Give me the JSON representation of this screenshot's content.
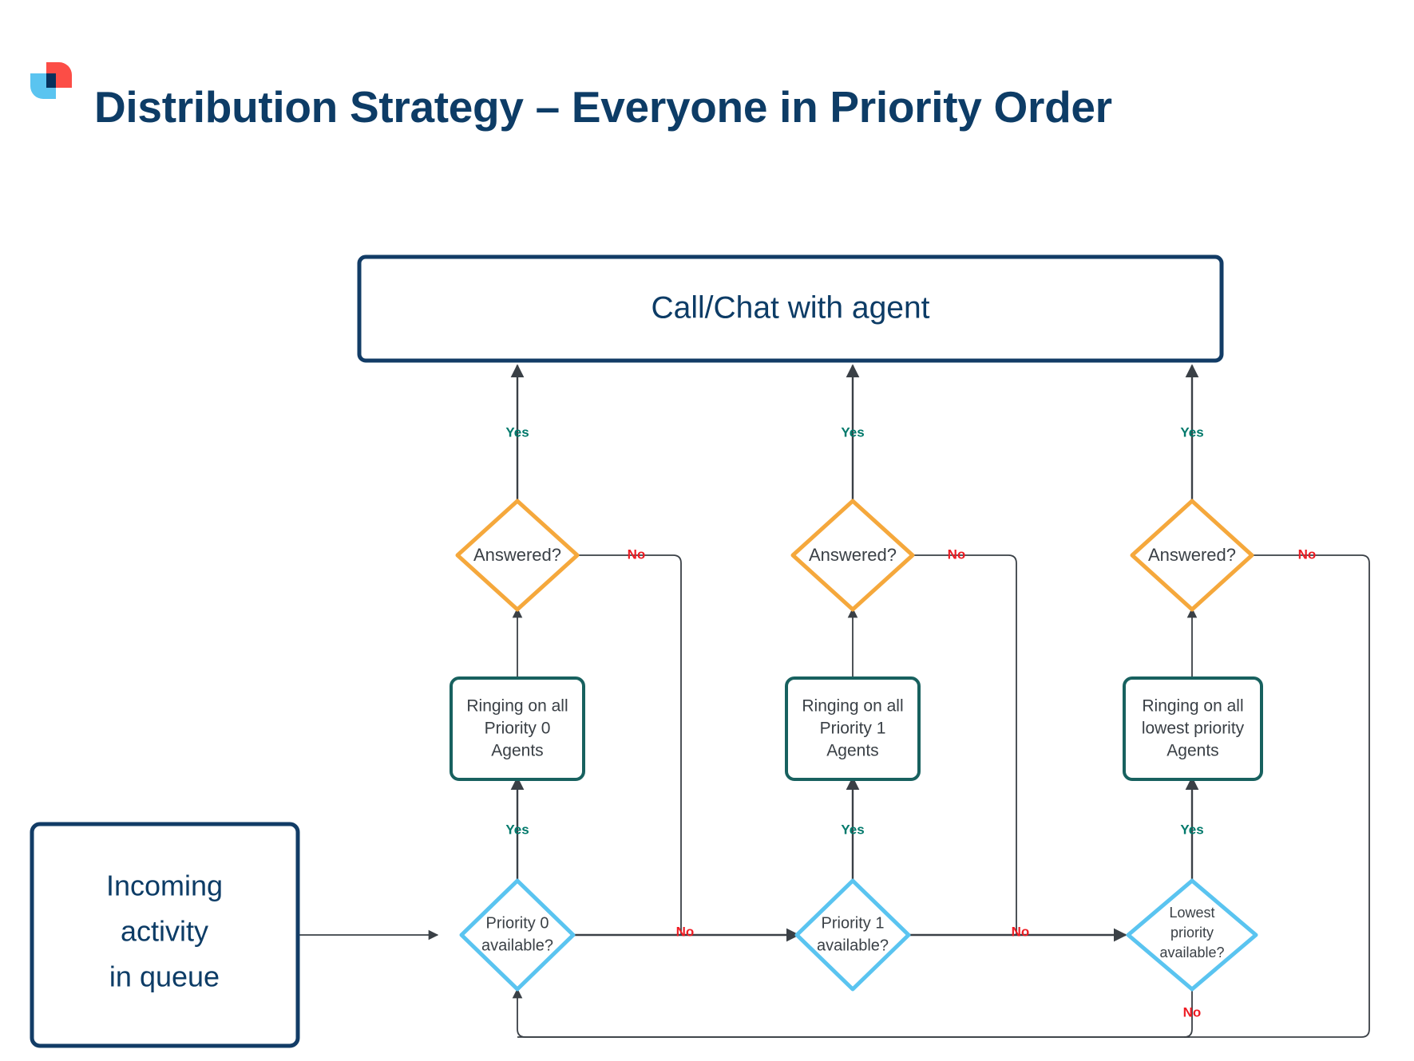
{
  "header": {
    "title": "Distribution Strategy – Everyone in Priority Order",
    "logo_name": "brand-logo"
  },
  "colors": {
    "title_navy": "#0d3c66",
    "box_navy_border": "#123c66",
    "diamond_orange": "#f5a83c",
    "diamond_blue": "#5ac4f0",
    "box_teal_border": "#18615f",
    "label_yes_green": "#00796b",
    "label_no_red": "#ee1d24",
    "connector_gray": "#3a4046",
    "logo_red": "#fc4d46",
    "logo_blue": "#5ac4f0",
    "logo_navy": "#06315c"
  },
  "chart_data": {
    "type": "diagram",
    "title": "Distribution Strategy – Everyone in Priority Order",
    "nodes": [
      {
        "id": "start",
        "label": "Incoming\nactivity\nin queue",
        "shape": "rounded-rect",
        "style": "navy"
      },
      {
        "id": "end",
        "label": "Call/Chat with agent",
        "shape": "rounded-rect",
        "style": "navy"
      },
      {
        "id": "p0avail",
        "label": "Priority 0\navailable?",
        "shape": "diamond",
        "style": "blue"
      },
      {
        "id": "p1avail",
        "label": "Priority 1\navailable?",
        "shape": "diamond",
        "style": "blue"
      },
      {
        "id": "plowavail",
        "label": "Lowest\npriority\navailable?",
        "shape": "diamond",
        "style": "blue"
      },
      {
        "id": "ring0",
        "label": "Ringing on all\nPriority 0\nAgents",
        "shape": "rounded-rect",
        "style": "teal"
      },
      {
        "id": "ring1",
        "label": "Ringing on all\nPriority 1\nAgents",
        "shape": "rounded-rect",
        "style": "teal"
      },
      {
        "id": "ringlow",
        "label": "Ringing on all\nlowest priority\nAgents",
        "shape": "rounded-rect",
        "style": "teal"
      },
      {
        "id": "ans0",
        "label": "Answered?",
        "shape": "diamond",
        "style": "orange"
      },
      {
        "id": "ans1",
        "label": "Answered?",
        "shape": "diamond",
        "style": "orange"
      },
      {
        "id": "anslow",
        "label": "Answered?",
        "shape": "diamond",
        "style": "orange"
      }
    ],
    "edges": [
      {
        "from": "start",
        "to": "p0avail",
        "label": ""
      },
      {
        "from": "p0avail",
        "to": "ring0",
        "label": "Yes"
      },
      {
        "from": "p0avail",
        "to": "p1avail",
        "label": "No"
      },
      {
        "from": "ring0",
        "to": "ans0",
        "label": ""
      },
      {
        "from": "ans0",
        "to": "end",
        "label": "Yes"
      },
      {
        "from": "ans0",
        "to": "p1avail",
        "label": "No"
      },
      {
        "from": "p1avail",
        "to": "ring1",
        "label": "Yes"
      },
      {
        "from": "p1avail",
        "to": "plowavail",
        "label": "No"
      },
      {
        "from": "ring1",
        "to": "anslow",
        "label": ""
      },
      {
        "from": "ans1",
        "to": "end",
        "label": "Yes"
      },
      {
        "from": "ans1",
        "to": "plowavail",
        "label": "No"
      },
      {
        "from": "plowavail",
        "to": "ringlow",
        "label": "Yes"
      },
      {
        "from": "plowavail",
        "to": "p0avail",
        "label": "No"
      },
      {
        "from": "ringlow",
        "to": "anslow",
        "label": ""
      },
      {
        "from": "anslow",
        "to": "end",
        "label": "Yes"
      },
      {
        "from": "anslow",
        "to": "p0avail",
        "label": "No"
      }
    ]
  },
  "nodes": {
    "start": {
      "line1": "Incoming",
      "line2": "activity",
      "line3": "in queue"
    },
    "end": {
      "label": "Call/Chat with agent"
    },
    "col1": {
      "avail": {
        "line1": "Priority 0",
        "line2": "available?"
      },
      "ringing": {
        "line1": "Ringing on all",
        "line2": "Priority 0",
        "line3": "Agents"
      },
      "answered": {
        "label": "Answered?"
      },
      "yes_to_ringing": "Yes",
      "yes_to_end": "Yes",
      "no_from_avail": "No",
      "no_from_answered": "No"
    },
    "col2": {
      "avail": {
        "line1": "Priority 1",
        "line2": "available?"
      },
      "ringing": {
        "line1": "Ringing on all",
        "line2": "Priority 1",
        "line3": "Agents"
      },
      "answered": {
        "label": "Answered?"
      },
      "yes_to_ringing": "Yes",
      "yes_to_end": "Yes",
      "no_from_avail": "No",
      "no_from_answered": "No"
    },
    "col3": {
      "avail": {
        "line1": "Lowest",
        "line2": "priority",
        "line3": "available?"
      },
      "ringing": {
        "line1": "Ringing on all",
        "line2": "lowest priority",
        "line3": "Agents"
      },
      "answered": {
        "label": "Answered?"
      },
      "yes_to_ringing": "Yes",
      "yes_to_end": "Yes",
      "no_from_avail": "No",
      "no_from_answered": "No"
    }
  }
}
